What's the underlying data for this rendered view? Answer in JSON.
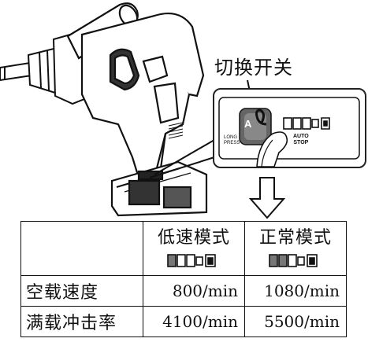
{
  "figure": {
    "callout_label": "切换开关",
    "panel": {
      "button_letter": "A",
      "long_press_line1": "LONG",
      "long_press_line2": "PRESS",
      "auto_stop_line1": "AUTO",
      "auto_stop_line2": "STOP"
    }
  },
  "table": {
    "header": {
      "empty": "",
      "low_speed_mode": "低速模式",
      "normal_mode": "正常模式"
    },
    "rows": [
      {
        "label": "空载速度",
        "low": "800/min",
        "normal": "1080/min"
      },
      {
        "label": "满载冲击率",
        "low": "4100/min",
        "normal": "5500/min"
      }
    ]
  }
}
